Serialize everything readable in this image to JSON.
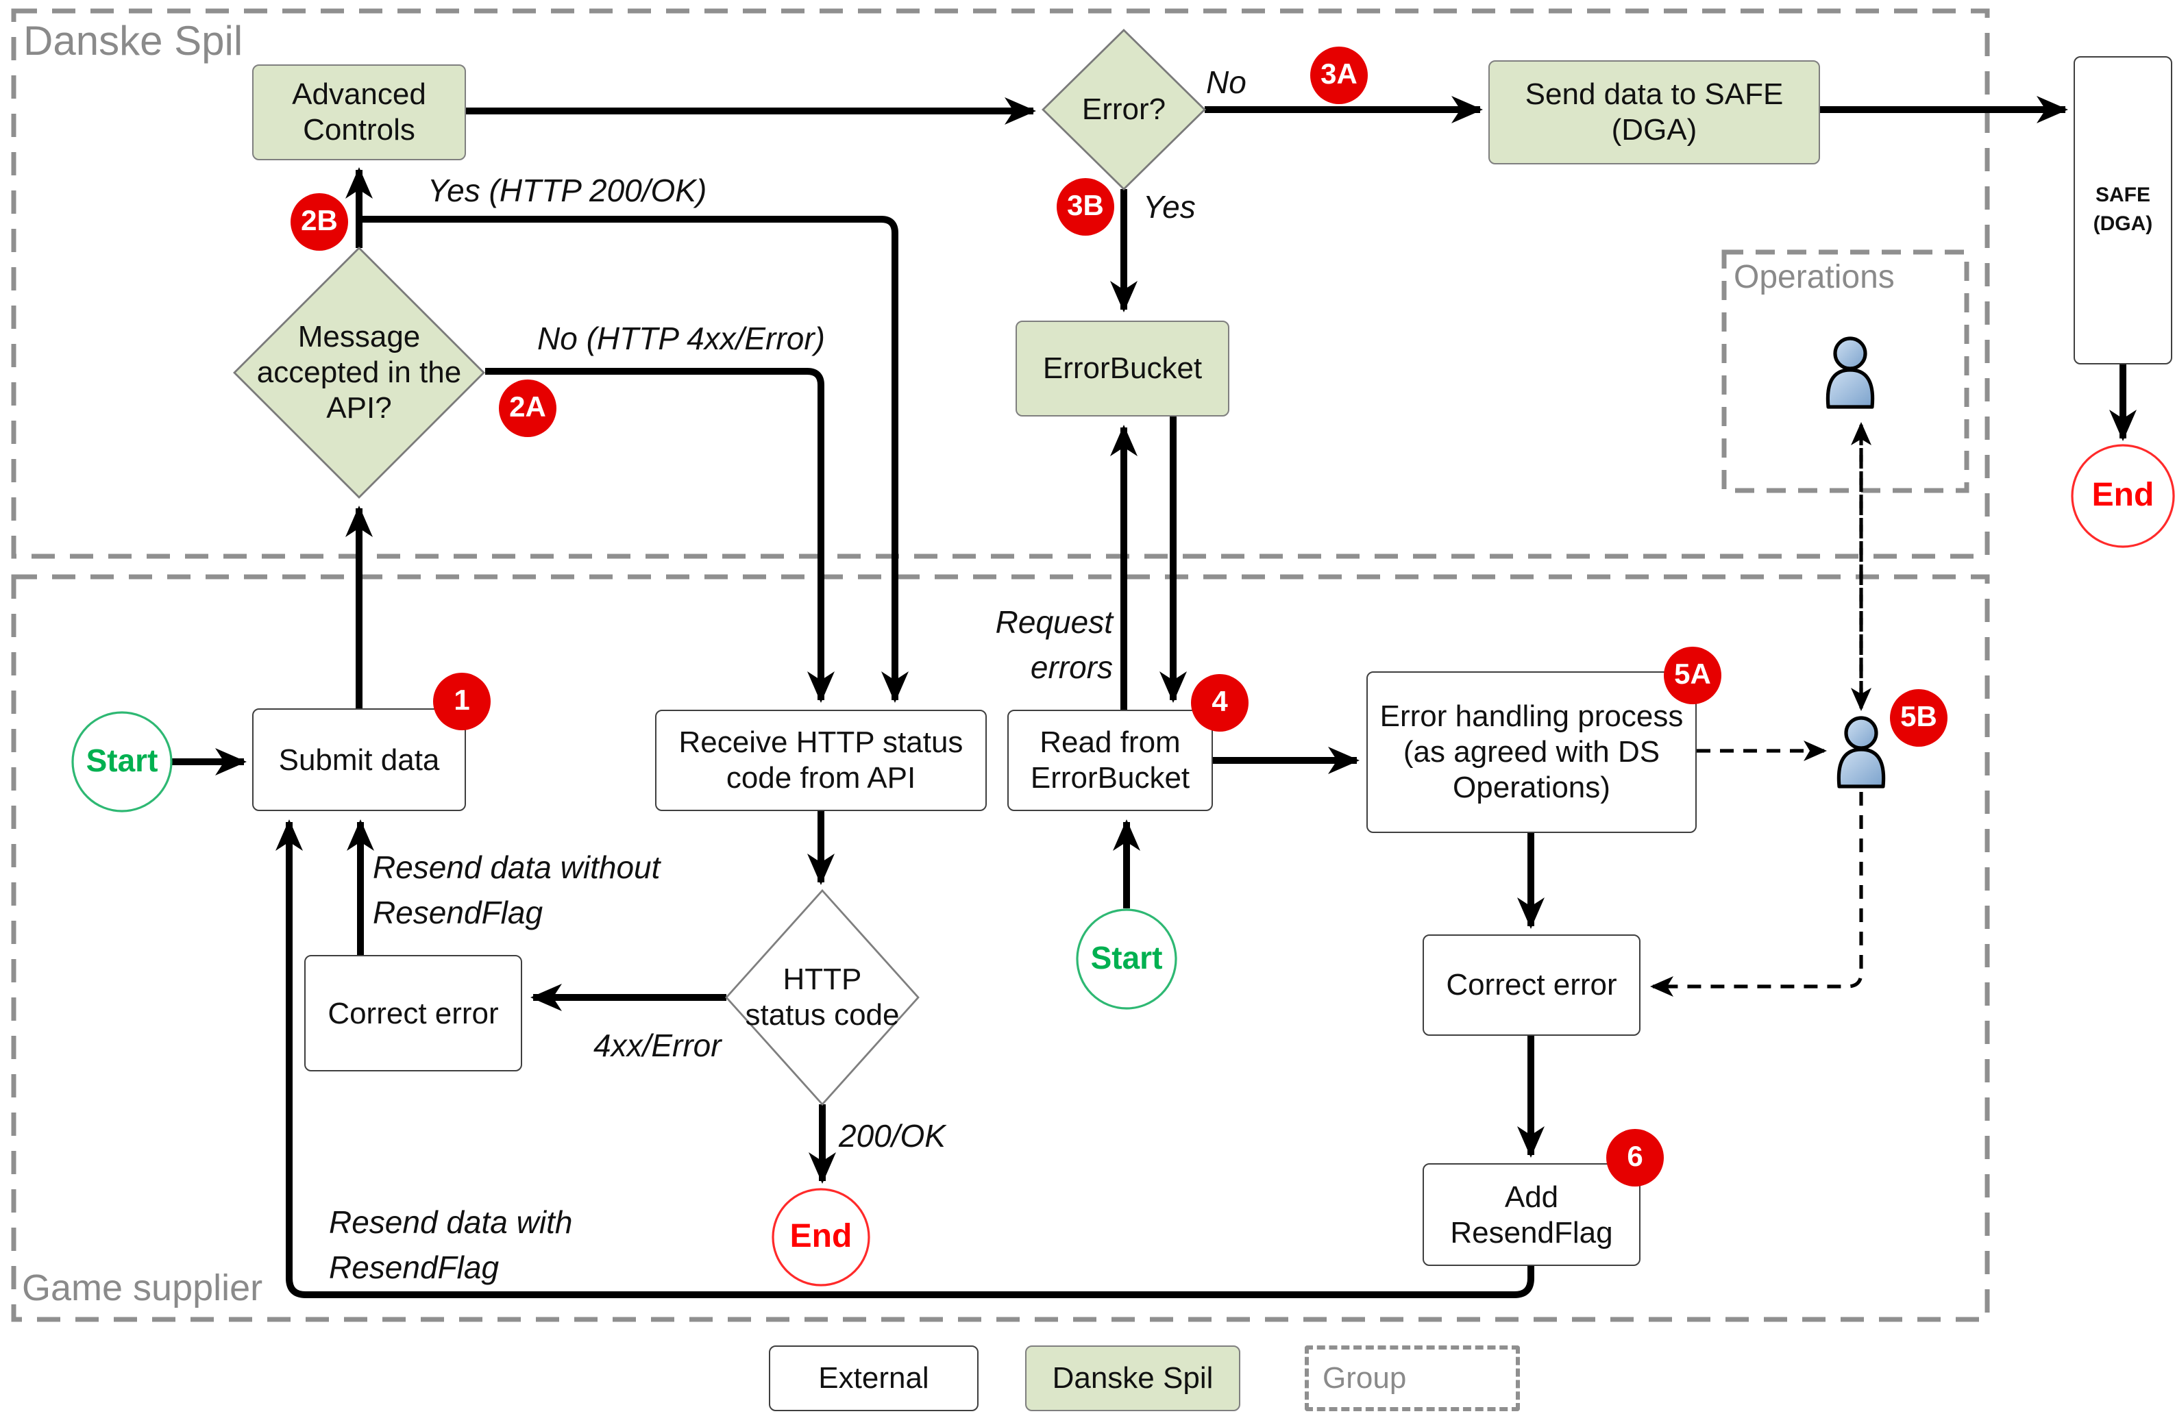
{
  "containers": {
    "danske_spil": {
      "label": "Danske Spil"
    },
    "game_supplier": {
      "label": "Game supplier"
    },
    "operations": {
      "label": "Operations"
    }
  },
  "nodes": {
    "advanced_controls": {
      "label": "Advanced Controls",
      "type": "process"
    },
    "error_decision": {
      "label": "Error?",
      "type": "decision"
    },
    "send_data_safe": {
      "label": "Send data to SAFE (DGA)",
      "type": "process"
    },
    "safe_dga": {
      "label": "SAFE (DGA)",
      "type": "external-system"
    },
    "error_bucket": {
      "label": "ErrorBucket",
      "type": "process"
    },
    "message_accepted": {
      "label": "Message accepted in the API?",
      "type": "decision"
    },
    "submit_data": {
      "label": "Submit data",
      "type": "process"
    },
    "receive_http_status": {
      "label": "Receive HTTP status code from API",
      "type": "process"
    },
    "read_from_errorbucket": {
      "label": "Read from ErrorBucket",
      "type": "process"
    },
    "error_handling_process": {
      "label": "Error handling process (as agreed with DS Operations)",
      "type": "process"
    },
    "http_status_code": {
      "label": "HTTP status code",
      "type": "decision"
    },
    "correct_error_supplier": {
      "label": "Correct error",
      "type": "process"
    },
    "correct_error_ops": {
      "label": "Correct error",
      "type": "process"
    },
    "add_resendflag": {
      "label": "Add ResendFlag",
      "type": "process"
    },
    "start_submit": {
      "label": "Start"
    },
    "start_read": {
      "label": "Start"
    },
    "end_safe": {
      "label": "End"
    },
    "end_http": {
      "label": "End"
    }
  },
  "badges": {
    "b1": "1",
    "b2a": "2A",
    "b2b": "2B",
    "b3a": "3A",
    "b3b": "3B",
    "b4": "4",
    "b5a": "5A",
    "b5b": "5B",
    "b6": "6"
  },
  "edge_labels": {
    "no": "No",
    "yes": "Yes",
    "yes_http": "Yes (HTTP 200/OK)",
    "no_http": "No (HTTP 4xx/Error)",
    "request_errors": "Request errors",
    "resend_without": "Resend data without ResendFlag",
    "resend_with": "Resend data with ResendFlag",
    "http_4xx": "4xx/Error",
    "http_200": "200/OK"
  },
  "legend": {
    "external": "External",
    "danske_spil": "Danske Spil",
    "group": "Group"
  },
  "icons": {
    "operations_person": "person-icon",
    "supplier_person": "person-icon"
  },
  "colors": {
    "process_green": "#dce6c9",
    "badge_red": "#e60000",
    "start_green": "#00b050",
    "end_red": "#ff0000",
    "container_gray": "#8f8f8f",
    "line_black": "#000000",
    "person_blue": "#a9c7e8"
  }
}
